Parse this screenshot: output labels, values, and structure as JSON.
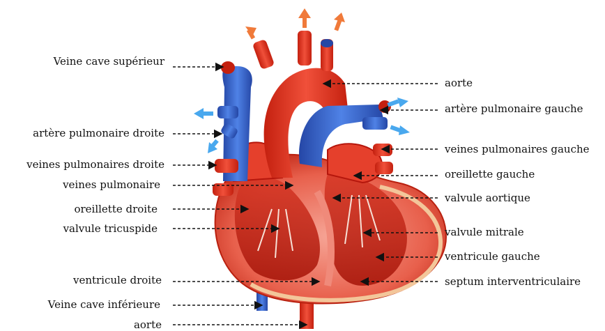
{
  "labels_left": [
    {
      "id": "veine-cave-superieur",
      "text": "Veine cave supérieur"
    },
    {
      "id": "artere-pulmonaire-droite",
      "text": "artère pulmonaire droite"
    },
    {
      "id": "veines-pulmonaires-droite",
      "text": "veines pulmonaires droite"
    },
    {
      "id": "veines-pulmonaire",
      "text": "veines pulmonaire"
    },
    {
      "id": "oreillette-droite",
      "text": "oreillette droite"
    },
    {
      "id": "valvule-tricuspide",
      "text": "valvule tricuspide"
    },
    {
      "id": "ventricule-droite",
      "text": "ventricule droite"
    },
    {
      "id": "veine-cave-inferieure",
      "text": "Veine cave inférieure"
    },
    {
      "id": "aorte-bas",
      "text": "aorte"
    }
  ],
  "labels_right": [
    {
      "id": "aorte",
      "text": "aorte"
    },
    {
      "id": "artere-pulmonaire-gauche",
      "text": "artère pulmonaire gauche"
    },
    {
      "id": "veines-pulmonaires-gauche",
      "text": "veines pulmonaires gauche"
    },
    {
      "id": "oreillette-gauche",
      "text": "oreillette gauche"
    },
    {
      "id": "valvule-aortique",
      "text": "valvule aortique"
    },
    {
      "id": "valvule-mitrale",
      "text": "valvule mitrale"
    },
    {
      "id": "ventricule-gauche",
      "text": "ventricule gauche"
    },
    {
      "id": "septum-interventriculaire",
      "text": "septum interventriculaire"
    }
  ],
  "colors": {
    "artery_red": "#e53a22",
    "artery_dark": "#b5160c",
    "vein_blue": "#3f6fd6",
    "vein_dark": "#2547a6",
    "muscle_pink": "#f08a7a",
    "arrow_orange": "#f07a3a",
    "arrow_blue": "#49a8ee",
    "leader": "#111111"
  }
}
